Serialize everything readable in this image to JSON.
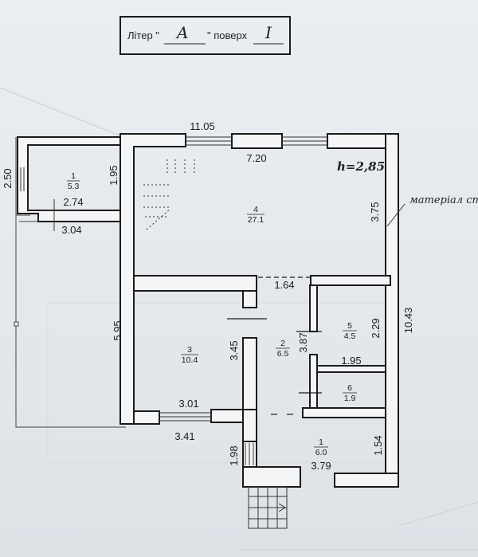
{
  "header": {
    "liter_label": "Літер \"",
    "liter_value": "A",
    "floor_label": "\" поверх",
    "floor_value": "I"
  },
  "height_note": "h=2,85",
  "material_note": "матеріал сті",
  "rooms": [
    {
      "number": "1",
      "area": "5.3"
    },
    {
      "number": "4",
      "area": "27.1"
    },
    {
      "number": "3",
      "area": "10.4"
    },
    {
      "number": "2",
      "area": "6.5"
    },
    {
      "number": "5",
      "area": "4.5"
    },
    {
      "number": "6",
      "area": "1.9"
    },
    {
      "number": "1",
      "area": "6.0"
    }
  ],
  "dimensions": {
    "top_total": "11.05",
    "top_inner": "7.20",
    "left_annex_height": "2.50",
    "annex_right": "1.95",
    "annex_width_inner": "2.74",
    "annex_width_outer": "3.04",
    "room4_height": "3.75",
    "corridor_width": "1.64",
    "left_wall": "5.95",
    "room3_height": "3.45",
    "room3_width": "3.01",
    "bottom_left": "3.41",
    "corridor_height": "3.87",
    "room5_height": "2.29",
    "room5_width": "1.95",
    "right_wall": "10.43",
    "vestibule_height": "1.54",
    "vestibule_left": "1.98",
    "vestibule_width": "3.79"
  }
}
